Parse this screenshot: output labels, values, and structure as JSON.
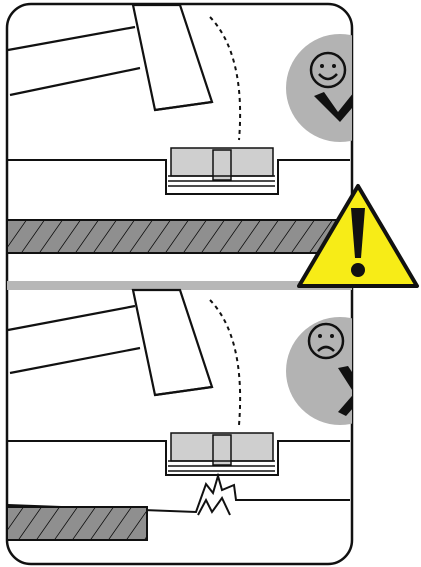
{
  "illustration": {
    "kind": "instruction-diagram",
    "colors": {
      "outline": "#111111",
      "background": "#ffffff",
      "badge_gray": "#b3b3b3",
      "hatch_fill": "#8f8f8f",
      "separator": "#b7b7b7",
      "warning_yellow": "#f7ec17",
      "component_gray": "#cfcfcf"
    },
    "panels": [
      {
        "id": "correct",
        "meaning": "correct-method",
        "badge_icons": [
          "smiley-face-icon",
          "checkmark-icon"
        ],
        "support": "intact"
      },
      {
        "id": "incorrect",
        "meaning": "incorrect-method",
        "badge_icons": [
          "sad-face-icon",
          "cross-mark-icon"
        ],
        "support": "cracked"
      }
    ],
    "warning_icon": "warning-triangle-icon"
  }
}
